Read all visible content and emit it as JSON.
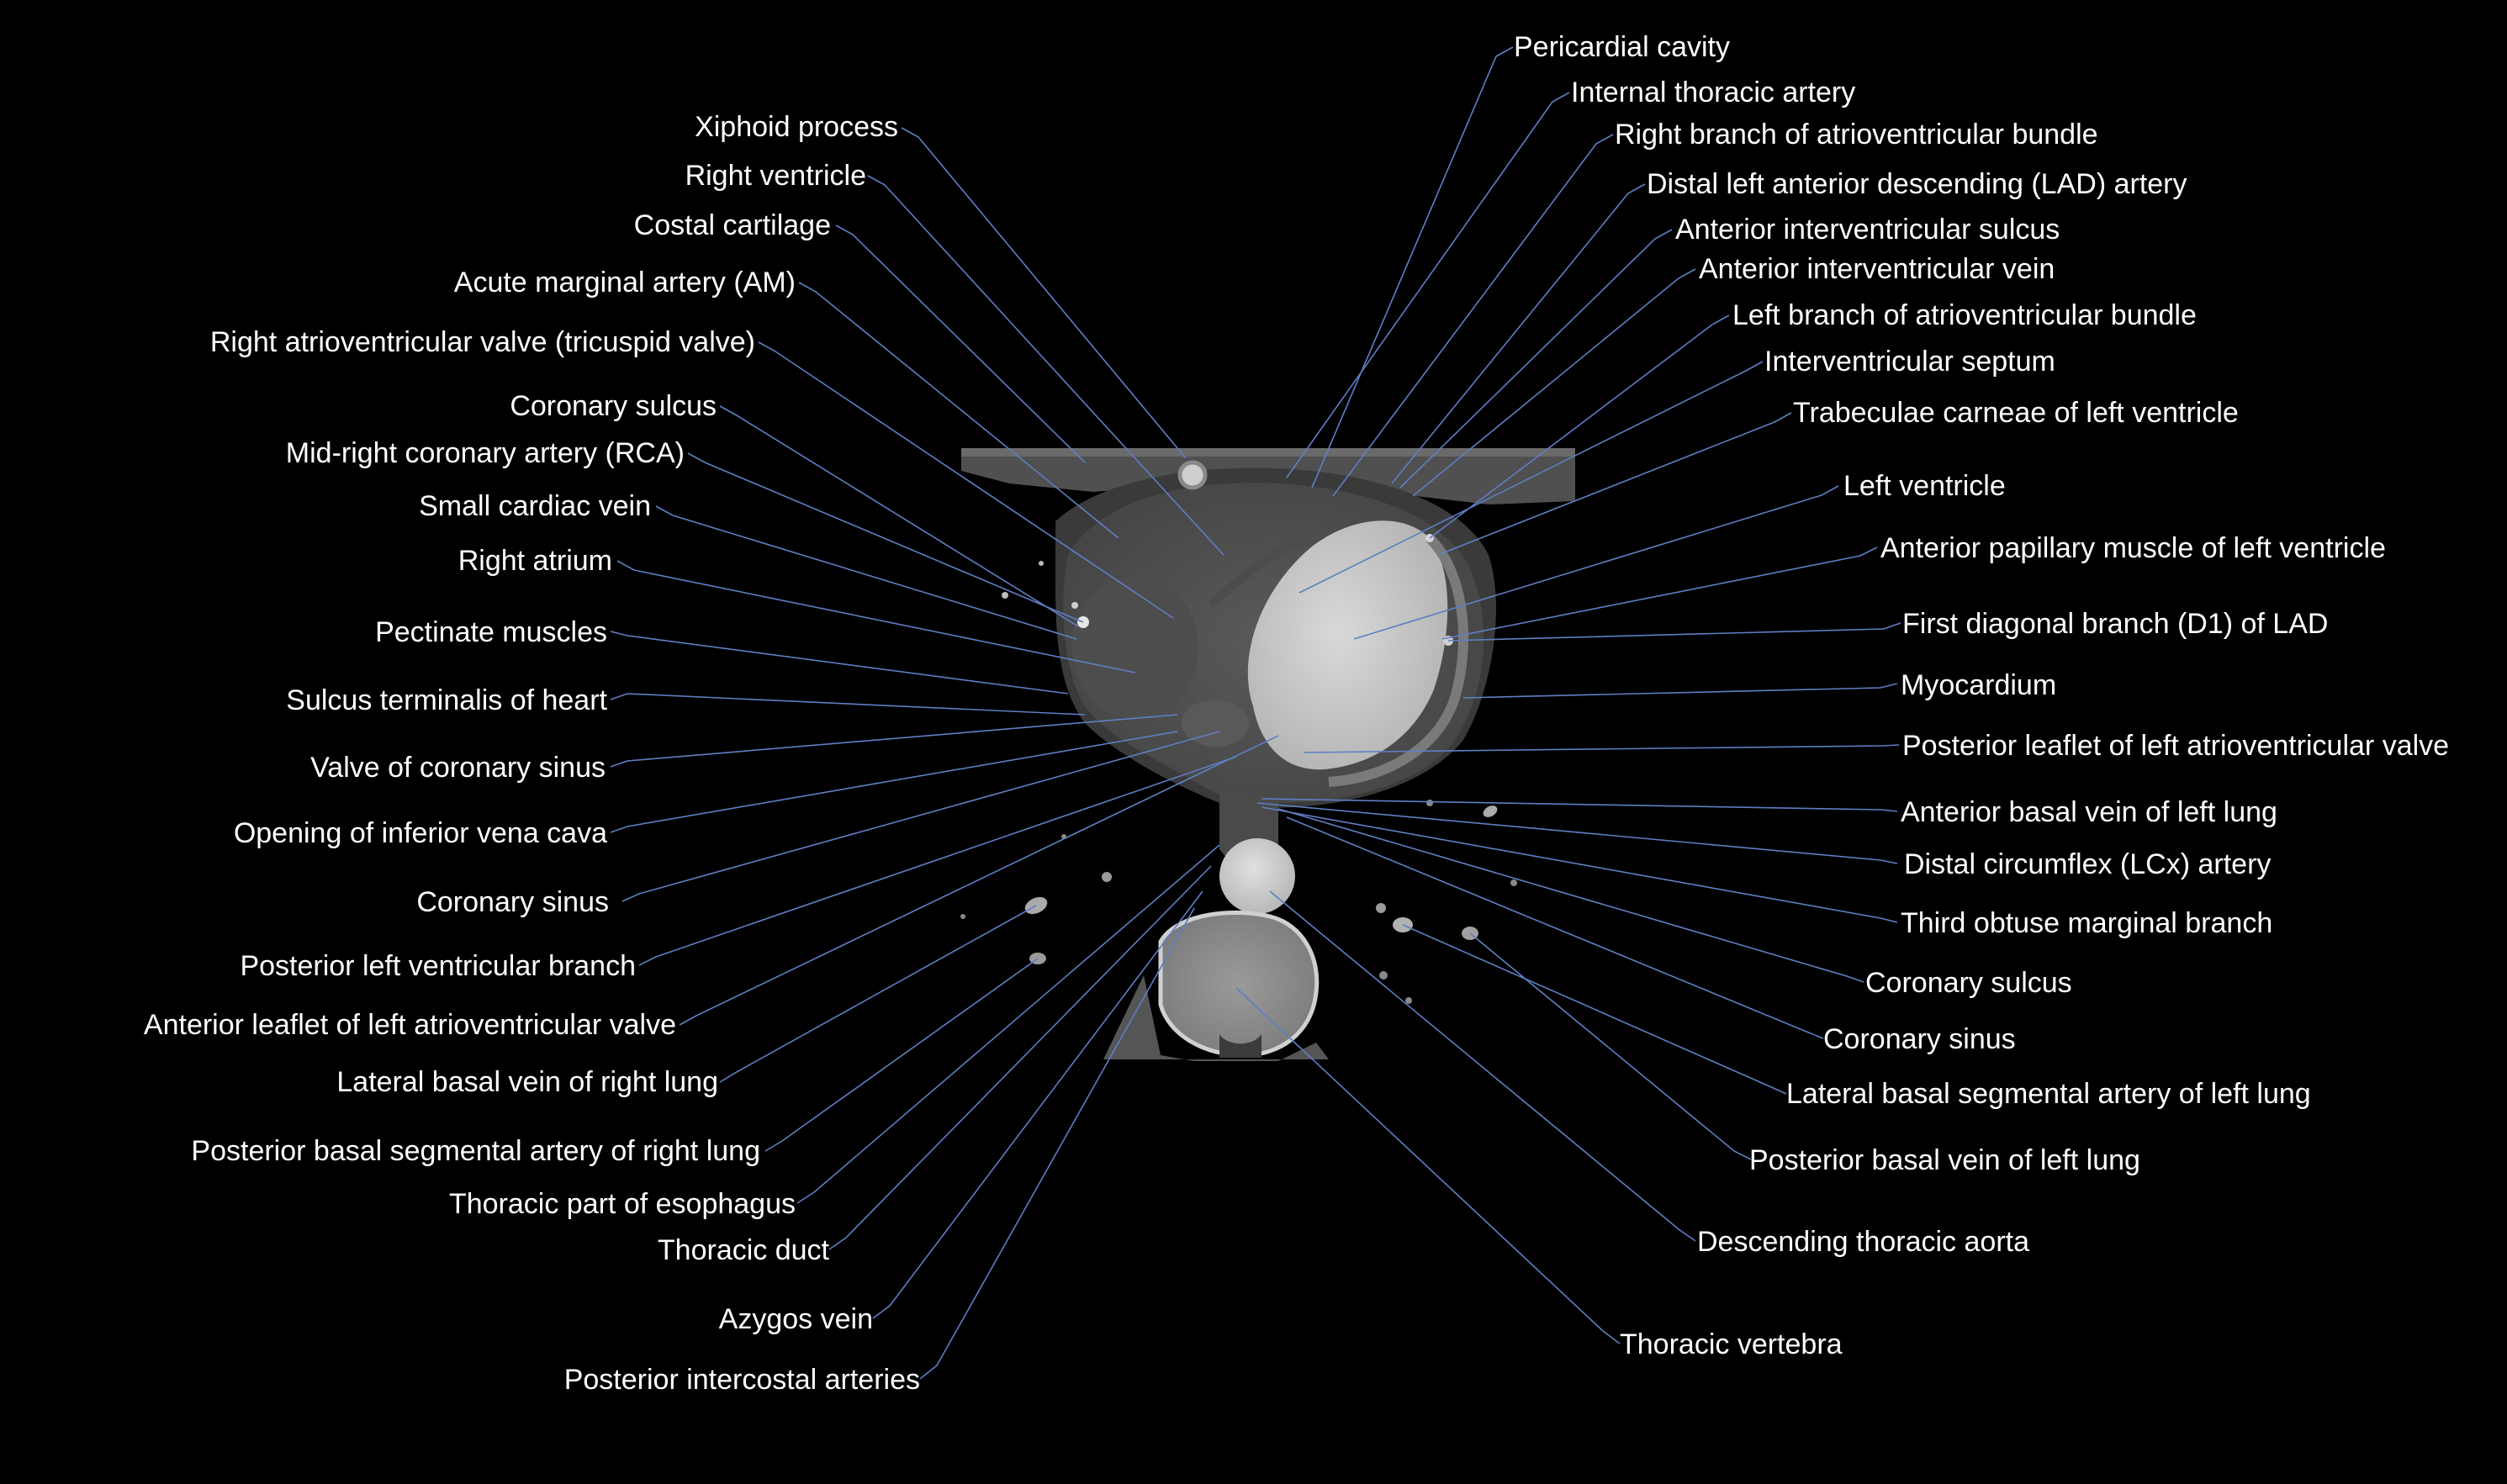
{
  "image": {
    "modality_view": "axial CT slice",
    "accent_color": "#000000",
    "leader_color": "#5e7fc4",
    "label_color": "#ffffff"
  },
  "labels_left": [
    "Xiphoid process",
    "Right ventricle",
    "Costal cartilage",
    "Acute marginal artery (AM)",
    "Right atrioventricular valve (tricuspid valve)",
    "Coronary sulcus",
    "Mid-right coronary artery (RCA)",
    "Small cardiac vein",
    "Right atrium",
    "Pectinate muscles",
    "Sulcus terminalis of heart",
    "Valve of coronary sinus",
    "Opening of inferior vena cava",
    "Coronary sinus",
    "Posterior left ventricular branch",
    "Anterior leaflet of left atrioventricular valve",
    "Lateral basal vein of right lung",
    "Posterior basal segmental artery of right lung",
    "Thoracic part of esophagus",
    "Thoracic duct",
    "Azygos vein",
    "Posterior intercostal arteries"
  ],
  "labels_right": [
    "Pericardial cavity",
    "Internal thoracic artery",
    "Right branch of atrioventricular bundle",
    "Distal left anterior descending (LAD) artery",
    "Anterior interventricular sulcus",
    "Anterior interventricular vein",
    "Left branch of atrioventricular bundle",
    "Interventricular septum",
    "Trabeculae carneae of left ventricle",
    "Left ventricle",
    "Anterior papillary muscle of left ventricle",
    "First diagonal branch (D1) of LAD",
    "Myocardium",
    "Posterior leaflet of left atrioventricular valve",
    "Anterior basal vein of left lung",
    "Distal circumflex (LCx) artery",
    "Third obtuse marginal branch",
    "Coronary sulcus",
    "Coronary sinus",
    "Lateral basal segmental artery of left lung",
    "Posterior basal vein of left lung",
    "Descending thoracic aorta",
    "Thoracic vertebra"
  ]
}
